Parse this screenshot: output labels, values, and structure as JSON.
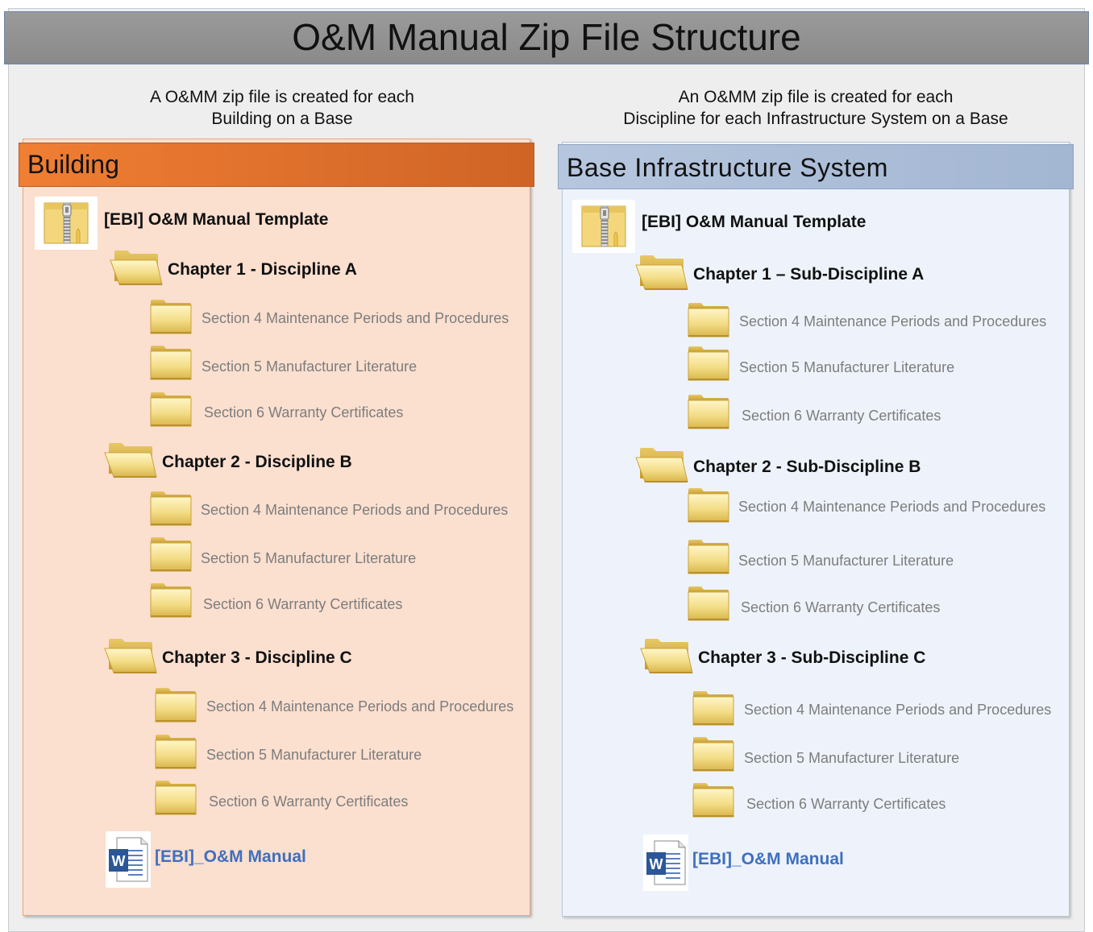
{
  "title": "O&M Manual Zip File Structure",
  "left": {
    "caption_line1": "A O&MM zip file is created for each",
    "caption_line2": "Building on a Base",
    "header": "Building",
    "zip_label": "[EBI] O&M Manual Template",
    "chapters": [
      {
        "label": "Chapter 1 - Discipline A",
        "sections": [
          "Section 4 Maintenance Periods and Procedures",
          "Section 5 Manufacturer Literature",
          "Section 6 Warranty Certificates"
        ]
      },
      {
        "label": "Chapter 2 - Discipline B",
        "sections": [
          "Section 4 Maintenance Periods and Procedures",
          "Section 5 Manufacturer Literature",
          "Section 6 Warranty Certificates"
        ]
      },
      {
        "label": "Chapter 3 - Discipline C",
        "sections": [
          "Section 4 Maintenance Periods and Procedures",
          "Section 5 Manufacturer Literature",
          "Section 6 Warranty Certificates"
        ]
      }
    ],
    "doc_label": "[EBI]_O&M Manual"
  },
  "right": {
    "caption_line1": "An O&MM zip file is created for each",
    "caption_line2": "Discipline for each Infrastructure System on a Base",
    "header": "Base Infrastructure System",
    "zip_label": "[EBI] O&M Manual Template",
    "chapters": [
      {
        "label": "Chapter 1 – Sub-Discipline A",
        "sections": [
          "Section 4 Maintenance Periods and Procedures",
          "Section 5 Manufacturer Literature",
          "Section 6 Warranty Certificates"
        ]
      },
      {
        "label": "Chapter 2 - Sub-Discipline B",
        "sections": [
          "Section 4 Maintenance Periods and Procedures",
          "Section 5 Manufacturer Literature",
          "Section 6 Warranty Certificates"
        ]
      },
      {
        "label": "Chapter 3 - Sub-Discipline C",
        "sections": [
          "Section 4 Maintenance Periods and Procedures",
          "Section 5 Manufacturer Literature",
          "Section 6 Warranty Certificates"
        ]
      }
    ],
    "doc_label": "[EBI]_O&M Manual"
  },
  "colors": {
    "building_header": "#f07e33",
    "building_panel": "#fbdfcf",
    "infra_header": "#b6c6de",
    "infra_panel": "#eef3fb",
    "doc_link": "#3f6fbf",
    "section_text": "#7d7d7d"
  },
  "icons": {
    "zip": "zip-folder-icon",
    "chapter": "open-folder-icon",
    "section": "folder-icon",
    "doc": "word-document-icon"
  }
}
